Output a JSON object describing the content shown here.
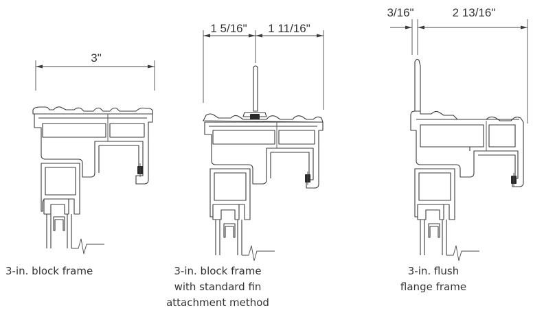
{
  "frames": [
    {
      "dimensions": [
        "3\""
      ],
      "caption_lines": [
        "3-in. block frame"
      ]
    },
    {
      "dimensions": [
        "1 5/16\"",
        "1 11/16\""
      ],
      "caption_lines": [
        "3-in. block frame",
        "with standard fin",
        "attachment method"
      ]
    },
    {
      "dimensions": [
        "3/16\"",
        "2 13/16\""
      ],
      "caption_lines": [
        "3-in. flush",
        "flange frame"
      ]
    }
  ]
}
